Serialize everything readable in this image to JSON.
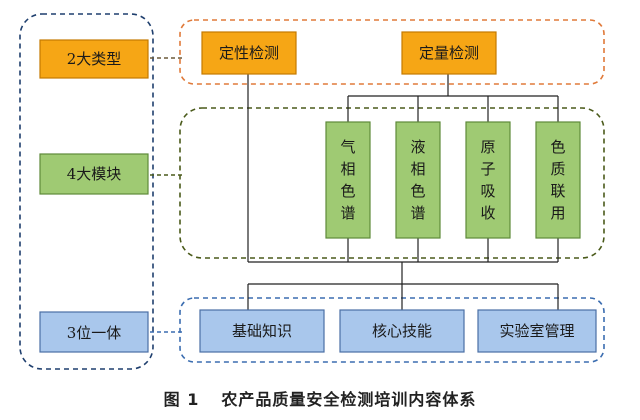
{
  "left_labels": {
    "types": "2大类型",
    "modules": "4大模块",
    "integration": "3位一体"
  },
  "detection_types": [
    "定性检测",
    "定量检测"
  ],
  "modules": [
    "气相色谱",
    "液相色谱",
    "原子吸收",
    "色质联用"
  ],
  "components": [
    "基础知识",
    "核心技能",
    "实验室管理"
  ],
  "caption": {
    "figure": "图 1",
    "text": "农产品质量安全检测培训内容体系"
  },
  "colors": {
    "orange_fill": "#f6a615",
    "orange_border": "#c47a00",
    "orange_dash": "#e07a3a",
    "green_fill": "#9fca73",
    "green_border": "#5e8a3a",
    "green_dash": "#4a5a1a",
    "blue_fill": "#a9c7ec",
    "blue_border": "#4a6fa5",
    "blue_dash": "#3b6db0",
    "navy_dash": "#1f3f6e"
  }
}
